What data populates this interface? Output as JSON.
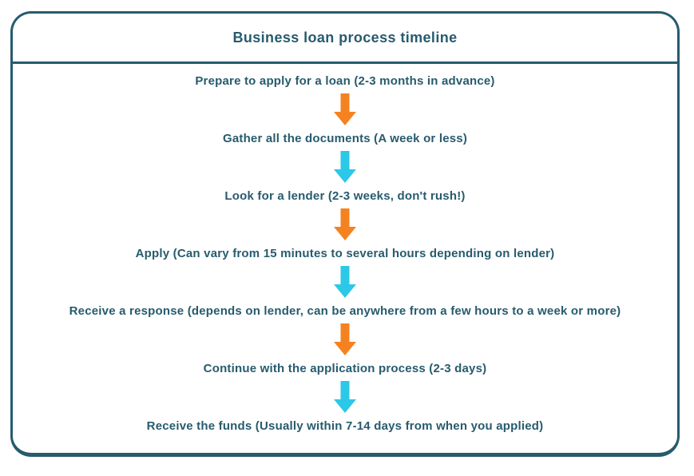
{
  "title": "Business loan process timeline",
  "colors": {
    "teal": "#275b6e",
    "orange": "#f58220",
    "cyan": "#2bc8e8",
    "background": "#ffffff"
  },
  "steps": [
    {
      "text": "Prepare to apply for a loan (2-3 months in advance)"
    },
    {
      "text": "Gather all the documents (A week or less)"
    },
    {
      "text": "Look for a lender (2-3 weeks, don't rush!)"
    },
    {
      "text": "Apply (Can vary from 15 minutes to several hours depending on lender)"
    },
    {
      "text": "Receive a response (depends on lender, can be anywhere from a few hours to a week or more)"
    },
    {
      "text": "Continue with the application process (2-3 days)"
    },
    {
      "text": "Receive the funds (Usually within 7-14 days from when you applied)"
    }
  ],
  "arrows": [
    {
      "color": "orange"
    },
    {
      "color": "cyan"
    },
    {
      "color": "orange"
    },
    {
      "color": "cyan"
    },
    {
      "color": "orange"
    },
    {
      "color": "cyan"
    }
  ]
}
